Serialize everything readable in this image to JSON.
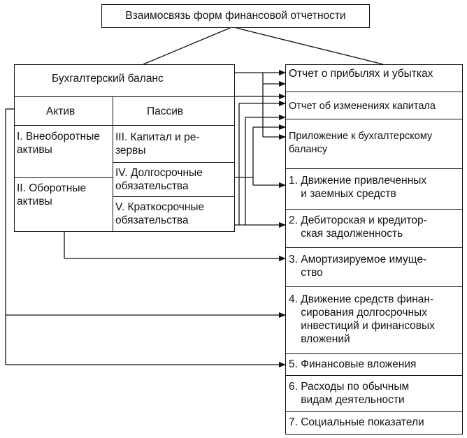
{
  "title": "Взаимосвязь форм финансовой отчетности",
  "balance": {
    "header": "Бухгалтерский баланс",
    "active_header": "Актив",
    "passive_header": "Пассив",
    "active_sections": [
      "I. Внеоборотные\nактивы",
      "II. Оборотные\nактивы"
    ],
    "passive_sections": [
      "III. Капитал и ре-\nзервы",
      "IV. Долгосрочные\nобязательства",
      "V. Краткосрочные\nобязательства"
    ]
  },
  "reports": [
    "Отчет о прибылях и убытках",
    "Отчет об изменениях капитала",
    "Приложение к бухгалтерскому\nбалансу"
  ],
  "appendix_sections": [
    "1. Движение привлеченных\n    и заемных средств",
    "2. Дебиторская и кредитор-\n    ская задолженность",
    "3. Амортизируемое имуще-\n    ство",
    "4. Движение средств финан-\n    сирования долгосрочных\n    инвестиций и финансовых\n    вложений",
    "5. Финансовые вложения",
    "6. Расходы по обычным\n    видам деятельности",
    "7. Социальные показатели"
  ]
}
